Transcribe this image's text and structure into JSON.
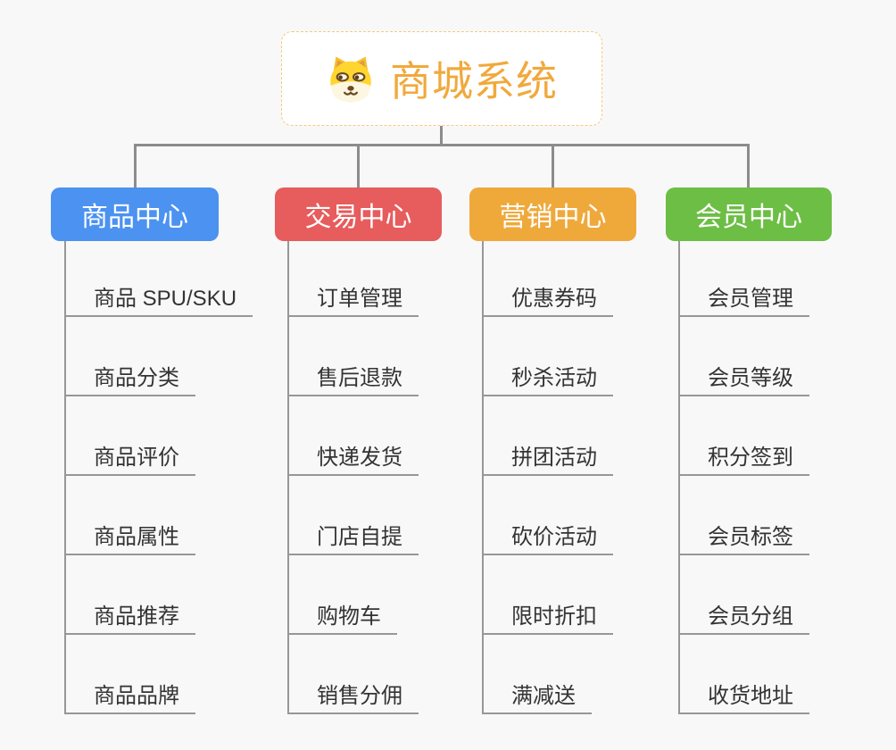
{
  "root": {
    "title": "商城系统",
    "icon": "dog-face-icon"
  },
  "branches": [
    {
      "label": "商品中心",
      "color": "#4b92f1",
      "children": [
        "商品 SPU/SKU",
        "商品分类",
        "商品评价",
        "商品属性",
        "商品推荐",
        "商品品牌"
      ]
    },
    {
      "label": "交易中心",
      "color": "#e75c5c",
      "children": [
        "订单管理",
        "售后退款",
        "快递发货",
        "门店自提",
        "购物车",
        "销售分佣"
      ]
    },
    {
      "label": "营销中心",
      "color": "#efa93b",
      "children": [
        "优惠券码",
        "秒杀活动",
        "拼团活动",
        "砍价活动",
        "限时折扣",
        "满减送"
      ]
    },
    {
      "label": "会员中心",
      "color": "#6cbe45",
      "children": [
        "会员管理",
        "会员等级",
        "积分签到",
        "会员标签",
        "会员分组",
        "收货地址"
      ]
    }
  ],
  "colors": {
    "background": "#f8f8f8",
    "root_border": "#f5c97f",
    "root_text": "#f0a93c",
    "connector_gray": "#8c8c8c",
    "leaf_line_gray": "#979797",
    "leaf_text": "#333333"
  }
}
